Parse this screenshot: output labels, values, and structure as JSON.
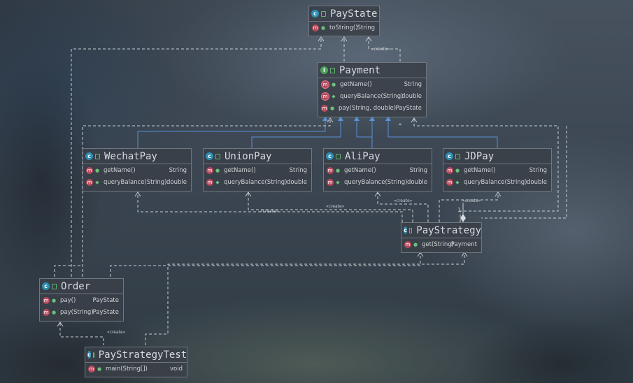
{
  "classes": {
    "paystate": {
      "kind": "c",
      "name": "PayState",
      "methods": [
        {
          "name": "toString()",
          "ret": "String"
        }
      ]
    },
    "payment": {
      "kind": "i",
      "name": "Payment",
      "methods": [
        {
          "name": "getName()",
          "ret": "String"
        },
        {
          "name": "queryBalance(String)",
          "ret": "double"
        },
        {
          "name": "pay(String, double)",
          "ret": "PayState"
        }
      ]
    },
    "wechatpay": {
      "kind": "c",
      "name": "WechatPay",
      "methods": [
        {
          "name": "getName()",
          "ret": "String"
        },
        {
          "name": "queryBalance(String)",
          "ret": "double"
        }
      ]
    },
    "unionpay": {
      "kind": "c",
      "name": "UnionPay",
      "methods": [
        {
          "name": "getName()",
          "ret": "String"
        },
        {
          "name": "queryBalance(String)",
          "ret": "double"
        }
      ]
    },
    "alipay": {
      "kind": "c",
      "name": "AliPay",
      "methods": [
        {
          "name": "getName()",
          "ret": "String"
        },
        {
          "name": "queryBalance(String)",
          "ret": "double"
        }
      ]
    },
    "jdpay": {
      "kind": "c",
      "name": "JDPay",
      "methods": [
        {
          "name": "getName()",
          "ret": "String"
        },
        {
          "name": "queryBalance(String)",
          "ret": "double"
        }
      ]
    },
    "paystrategy": {
      "kind": "c",
      "name": "PayStrategy",
      "methods": [
        {
          "name": "get(String)",
          "ret": "Payment"
        }
      ]
    },
    "order": {
      "kind": "c",
      "name": "Order",
      "methods": [
        {
          "name": "pay()",
          "ret": "PayState"
        },
        {
          "name": "pay(String)",
          "ret": "PayState"
        }
      ]
    },
    "paystrategytest": {
      "kind": "c",
      "name": "PayStrategyTest",
      "methods": [
        {
          "name": "main(String[])",
          "ret": "void"
        }
      ]
    }
  },
  "labels": {
    "create": "«create»",
    "multiplicity_one": "1",
    "multiplicity_many": "*"
  },
  "colors": {
    "realization": "#5b8fd6",
    "dependency": "#c9ced3",
    "class_badge": "#2e8fb4",
    "method_badge": "#b84a5d"
  }
}
